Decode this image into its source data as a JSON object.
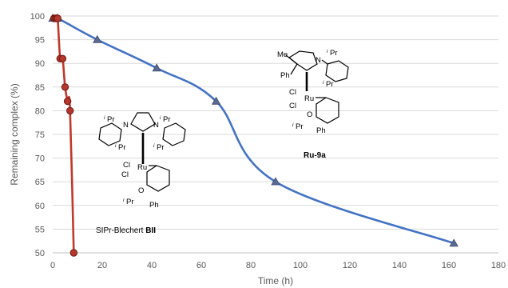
{
  "chart_data": {
    "type": "line",
    "xlabel": "Time (h)",
    "ylabel": "Remaining complex (%)",
    "xlim": [
      0,
      180
    ],
    "ylim": [
      50,
      100
    ],
    "xticks": [
      0,
      20,
      40,
      60,
      80,
      100,
      120,
      140,
      160,
      180
    ],
    "yticks": [
      50,
      55,
      60,
      65,
      70,
      75,
      80,
      85,
      90,
      95,
      100
    ],
    "grid": "horizontal",
    "series": [
      {
        "color": "#4472C4",
        "marker": "triangle",
        "x": [
          0,
          2,
          18,
          42,
          66,
          90,
          162
        ],
        "y": [
          99.5,
          99.5,
          95,
          89,
          82,
          65,
          52
        ]
      },
      {
        "color": "#C0392B",
        "marker": "circle",
        "x": [
          0.5,
          1,
          1.5,
          2,
          3,
          4,
          5,
          6,
          7,
          8.5
        ],
        "y": [
          99.5,
          99.5,
          99.5,
          99.5,
          91,
          91,
          85,
          82,
          80,
          50
        ]
      }
    ]
  },
  "structures": {
    "ru9a": {
      "label": "Ru-9a",
      "atoms": {
        "me": "Me",
        "ph_top": "Ph",
        "n": "N",
        "ipr": "Pr",
        "ipr_sup": "i",
        "cl": "Cl",
        "ru": "Ru",
        "o": "O",
        "ph_bottom": "Ph"
      }
    },
    "bii": {
      "label_prefix": "SIPr-Blechert ",
      "label_bold": "BII",
      "atoms": {
        "n": "N",
        "ipr": "Pr",
        "ipr_sup": "i",
        "cl": "Cl",
        "ru": "Ru",
        "o": "O",
        "ph": "Ph"
      }
    }
  }
}
